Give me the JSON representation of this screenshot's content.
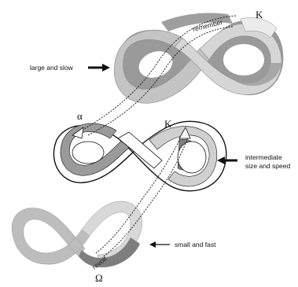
{
  "labels": {
    "large": "large and slow",
    "intermediate_line1": "intermediate",
    "intermediate_line2": "size and speed",
    "small": "small and fast",
    "remember": "remember",
    "revolt": "revolt",
    "alpha": "α",
    "omega": "Ω",
    "kappa_top": "K",
    "kappa_mid": "K"
  },
  "colors": {
    "band_light": "#dcdcdc",
    "band_mid": "#b8b8b8",
    "band_dark": "#8f8f8f",
    "outline": "#111111",
    "arrow": "#111111"
  }
}
